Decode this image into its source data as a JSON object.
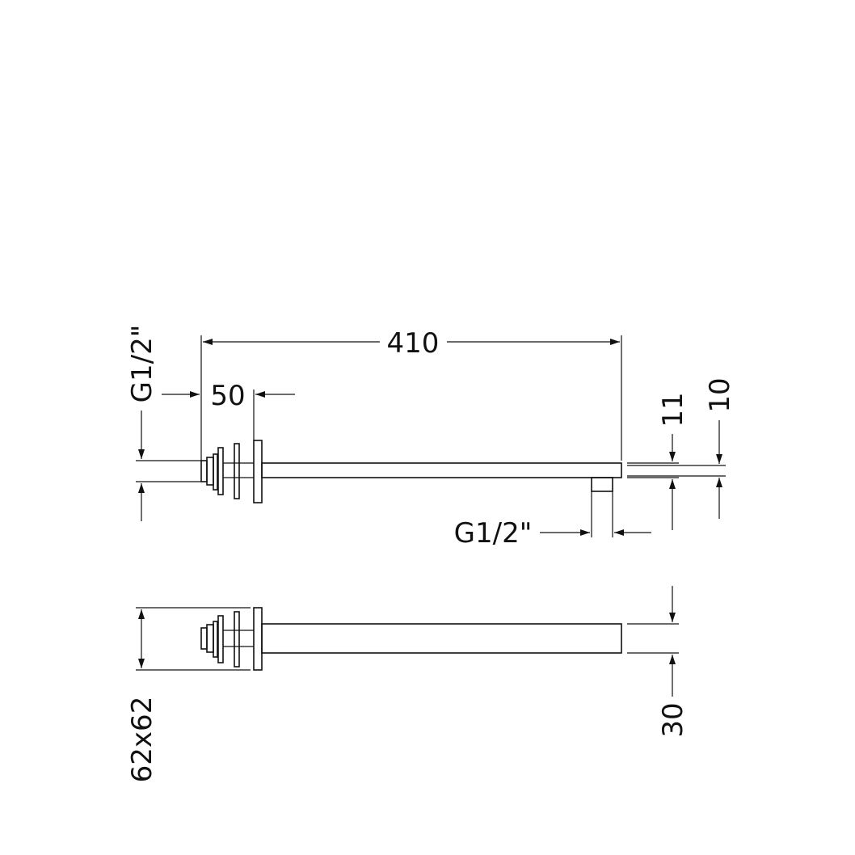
{
  "colors": {
    "line": "#111111",
    "background": "#ffffff"
  },
  "dimensions": {
    "total_length": "410",
    "wall_depth": "50",
    "inlet_thread": "G1/2\"",
    "outlet_thread": "G1/2\"",
    "arm_height": "11",
    "outlet_offset": "10",
    "arm_width": "30",
    "flange_size": "62x62"
  }
}
